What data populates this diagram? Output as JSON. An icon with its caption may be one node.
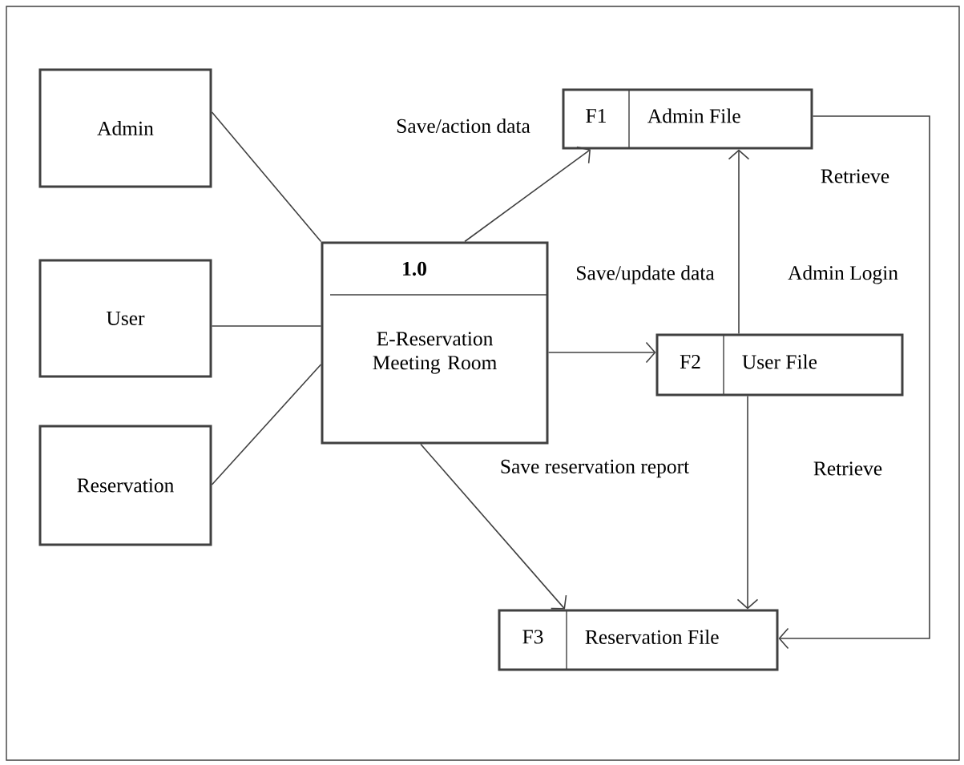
{
  "diagram": {
    "nodes": [
      {
        "text": [
          "Admin"
        ]
      },
      {
        "text": [
          "User"
        ]
      },
      {
        "text": [
          "Reservation"
        ]
      },
      {
        "text": [
          "1.0",
          "E-Reservation Meeting Room"
        ]
      },
      {
        "text": [
          "F1",
          "Admin File"
        ]
      },
      {
        "text": [
          "F2",
          "User File"
        ]
      },
      {
        "text": [
          "F3",
          "Reservation File"
        ]
      }
    ],
    "edges": [
      {
        "from": 0,
        "to": 3,
        "arrow": "none"
      },
      {
        "from": 1,
        "to": 3,
        "arrow": "none"
      },
      {
        "from": 2,
        "to": 3,
        "arrow": "none"
      },
      {
        "from": 3,
        "to": 4,
        "arrow": "to",
        "label": "Save/action data"
      },
      {
        "from": 3,
        "to": 5,
        "arrow": "to",
        "label": "Save/update data"
      },
      {
        "from": 5,
        "to": 4,
        "arrow": "to",
        "label": "Admin Login"
      },
      {
        "from": 4,
        "to": 6,
        "arrow": "to",
        "label": "Retrieve"
      },
      {
        "from": 3,
        "to": 6,
        "arrow": "to",
        "label": "Save reservation report"
      },
      {
        "from": 5,
        "to": 6,
        "arrow": "to",
        "label": "Retrieve"
      }
    ]
  }
}
